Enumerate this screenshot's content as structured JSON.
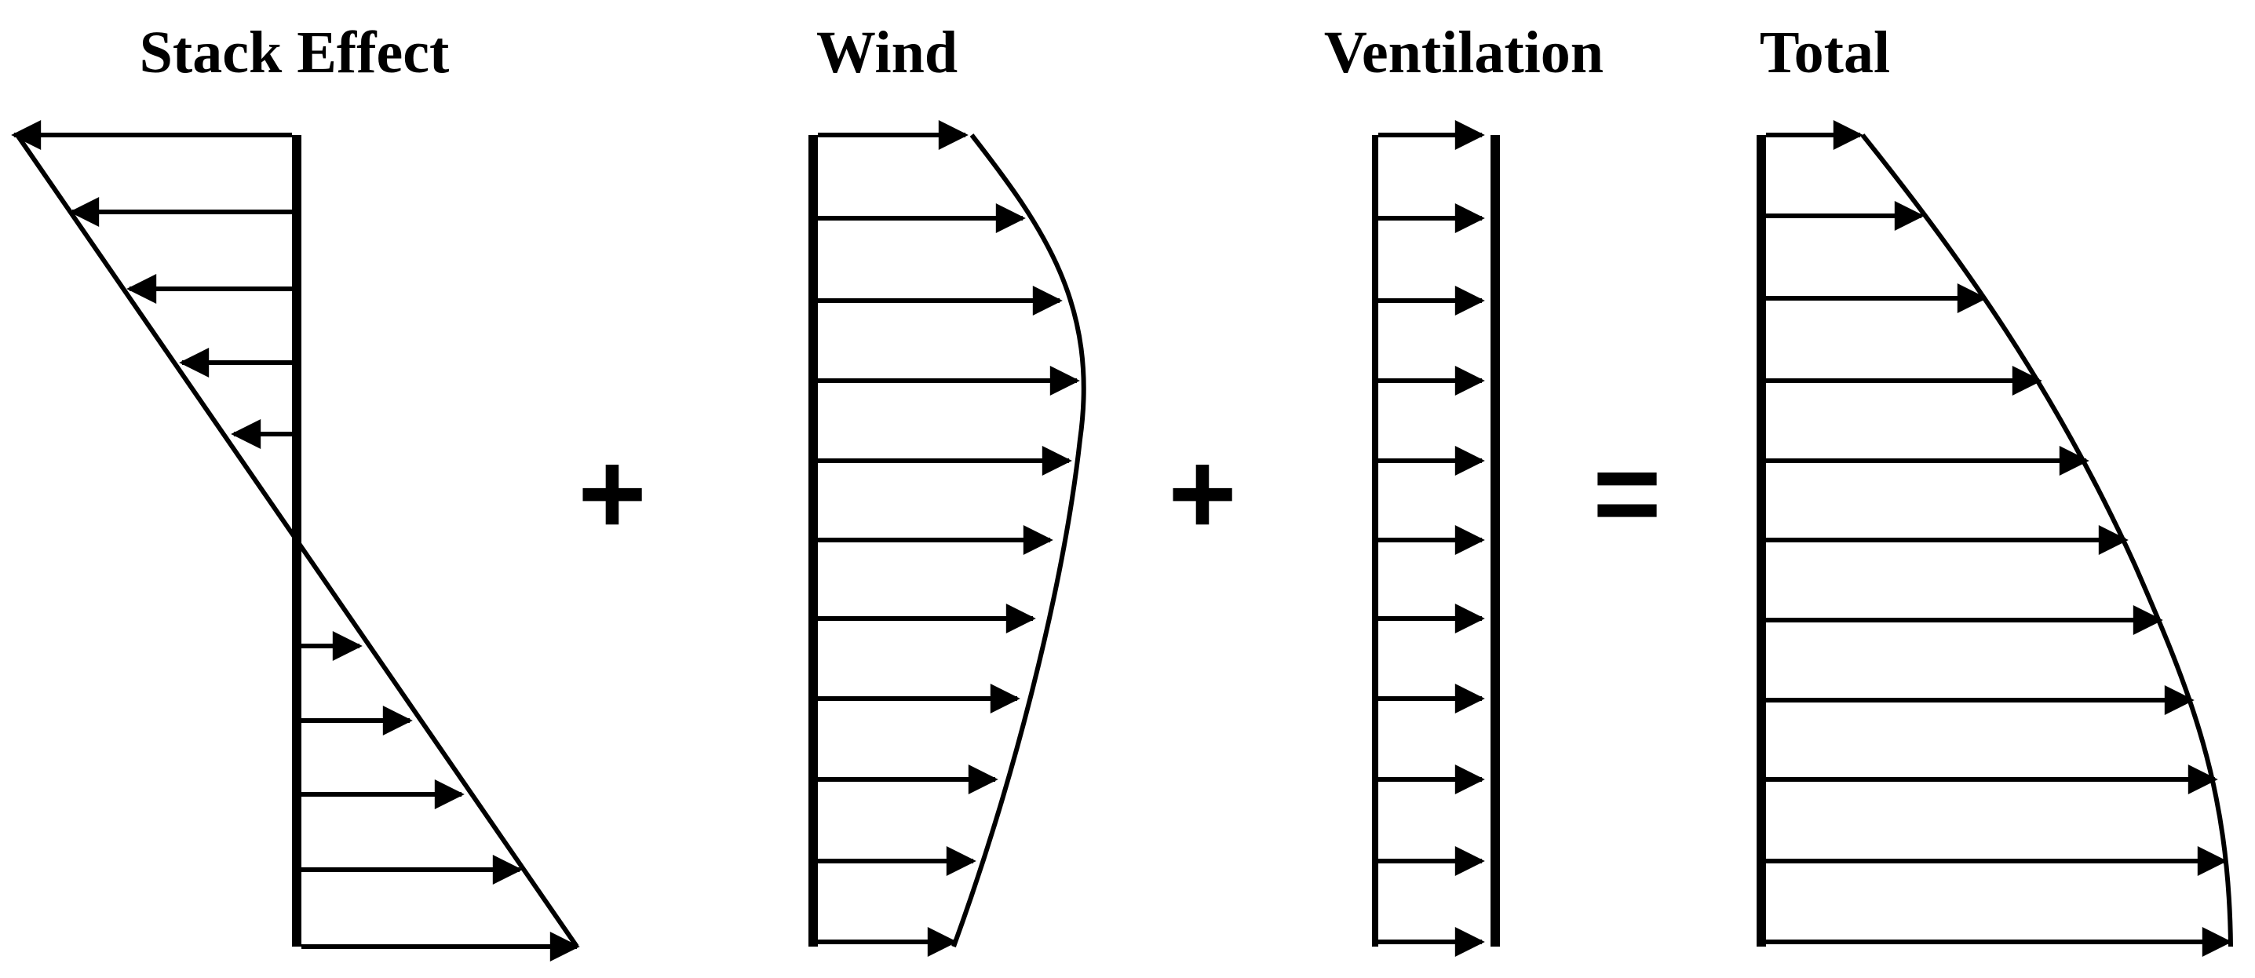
{
  "diagram": {
    "ink_color": "#000000",
    "background_color": "#ffffff",
    "panels": [
      {
        "id": "stack-effect",
        "title": "Stack Effect",
        "profile_shape": "linear-reversing",
        "arrow_direction": "left-top-right-bottom"
      },
      {
        "id": "wind",
        "title": "Wind",
        "profile_shape": "bulged-curve",
        "arrow_direction": "right"
      },
      {
        "id": "ventilation",
        "title": "Ventilation",
        "profile_shape": "uniform",
        "arrow_direction": "right"
      },
      {
        "id": "total",
        "title": "Total",
        "profile_shape": "increasing-curve",
        "arrow_direction": "right"
      }
    ],
    "operators": [
      "+",
      "+",
      "="
    ]
  }
}
